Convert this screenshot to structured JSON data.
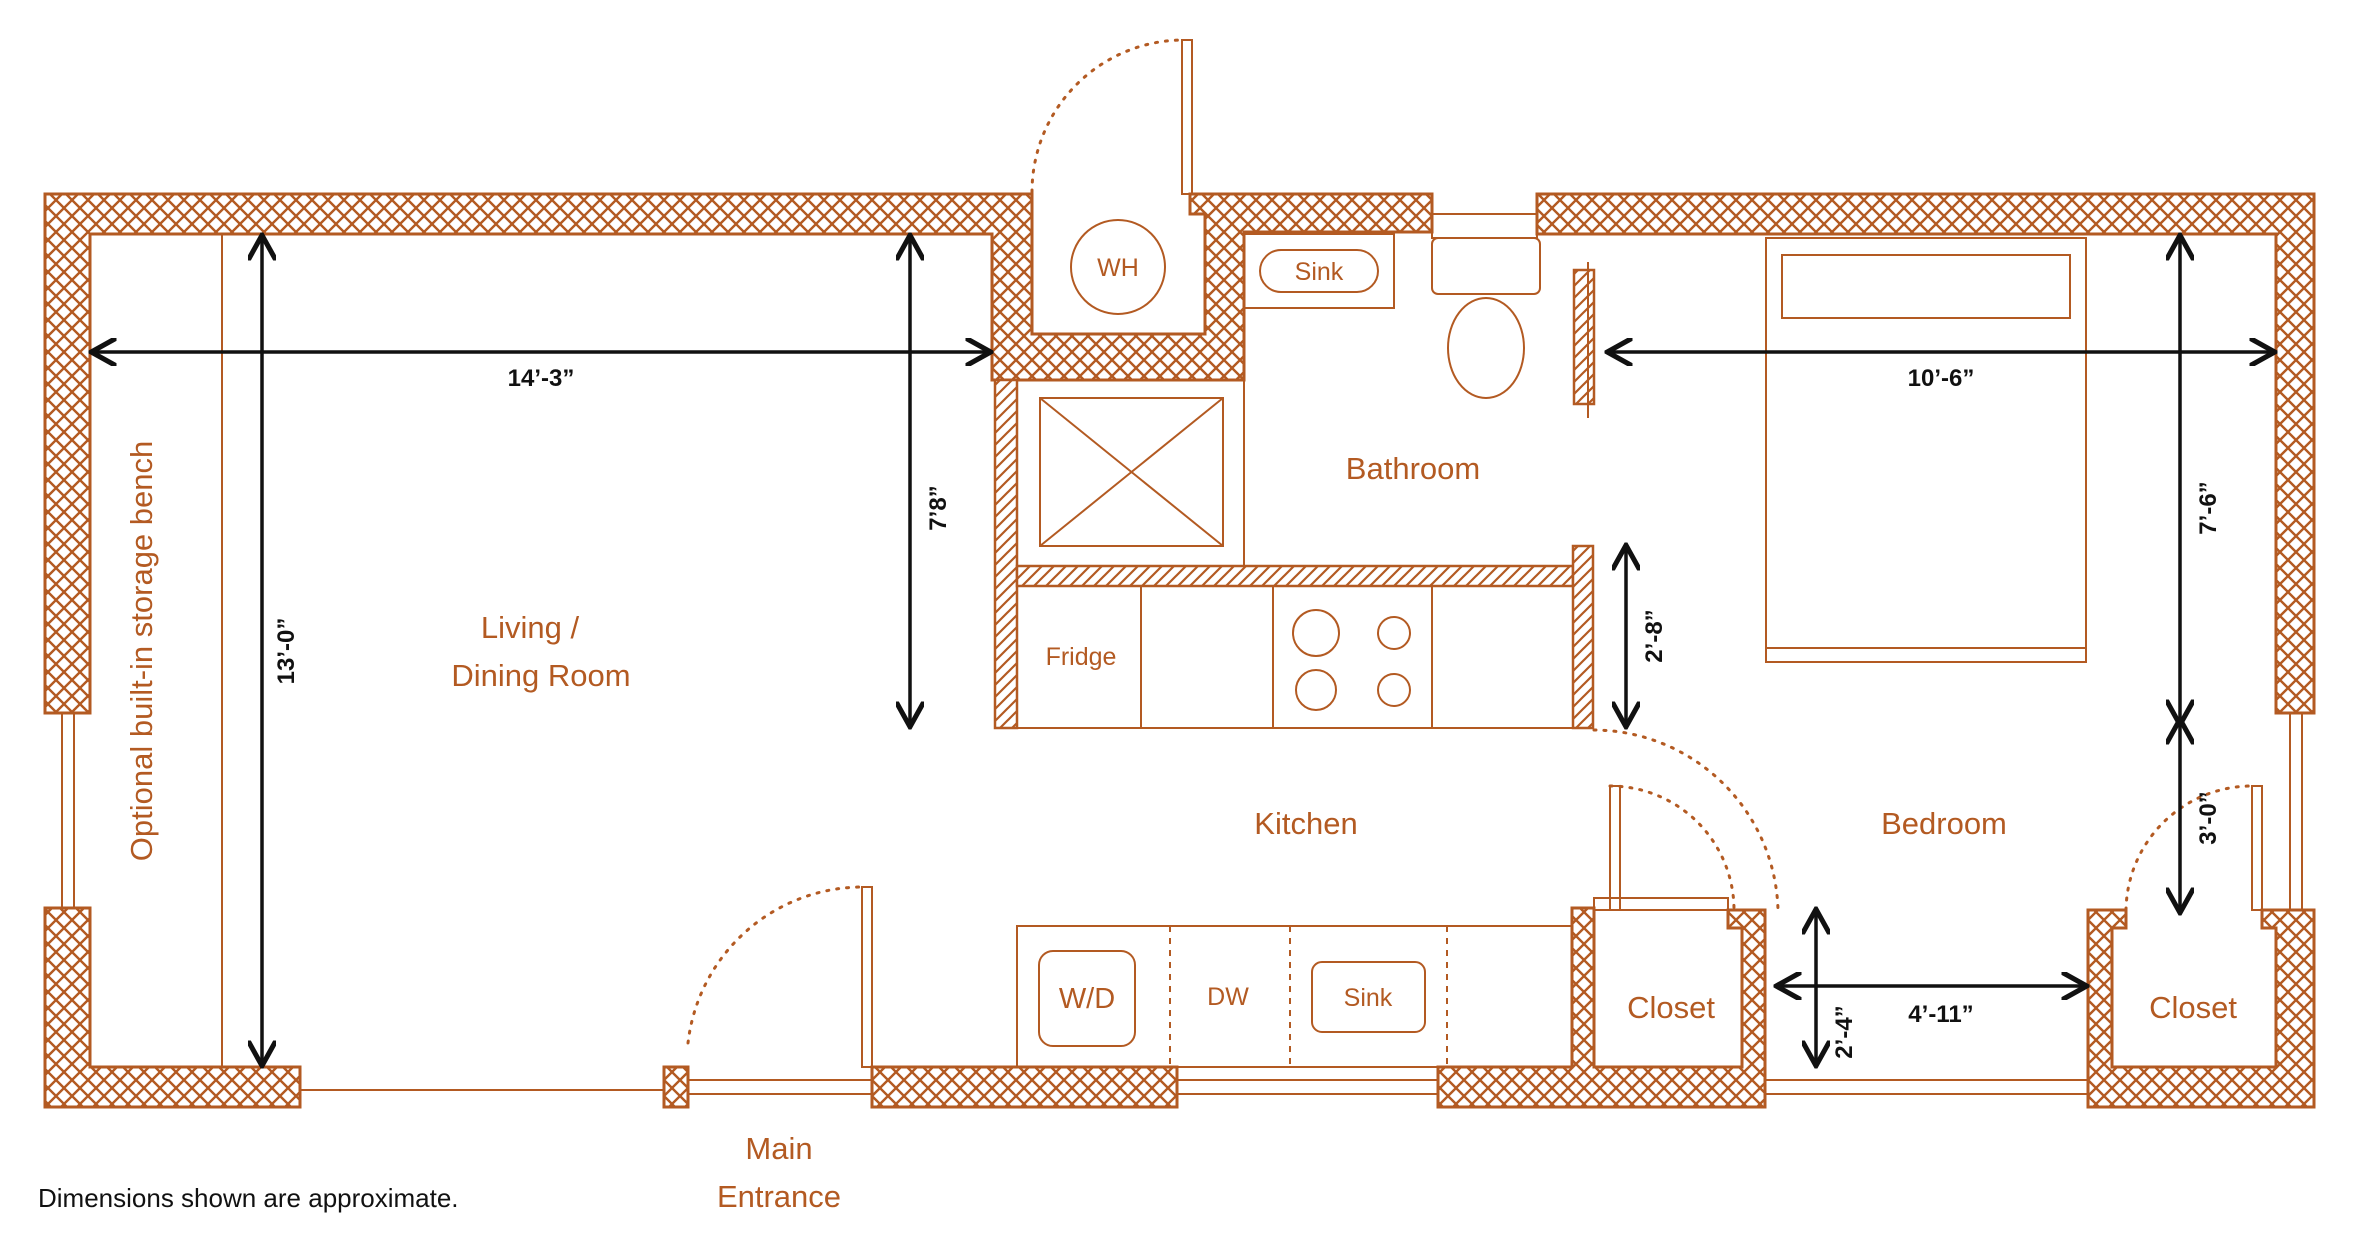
{
  "colors": {
    "wall": "#b35a22",
    "fixture": "#b35a22",
    "dimension": "#111111",
    "background": "#ffffff"
  },
  "rooms": {
    "living_line1": "Living /",
    "living_line2": "Dining Room",
    "bathroom": "Bathroom",
    "kitchen": "Kitchen",
    "bedroom": "Bedroom",
    "closet_left": "Closet",
    "closet_right": "Closet",
    "entrance_line1": "Main",
    "entrance_line2": "Entrance"
  },
  "fixtures": {
    "water_heater": "WH",
    "bath_sink": "Sink",
    "fridge": "Fridge",
    "washer_dryer": "W/D",
    "dishwasher": "DW",
    "kitchen_sink": "Sink",
    "bench": "Optional built-in storage bench"
  },
  "dimensions": {
    "living_width": "14’-3”",
    "living_depth": "13’-0”",
    "kitchen_depth": "7’8”",
    "counter_depth": "2’-8”",
    "bedroom_width": "10’-6”",
    "bedroom_depth": "7’-6”",
    "bedroom_lower": "3’-0”",
    "hall_width": "4’-11”",
    "hall_depth": "2’-4”"
  },
  "note": "Dimensions shown are approximate."
}
